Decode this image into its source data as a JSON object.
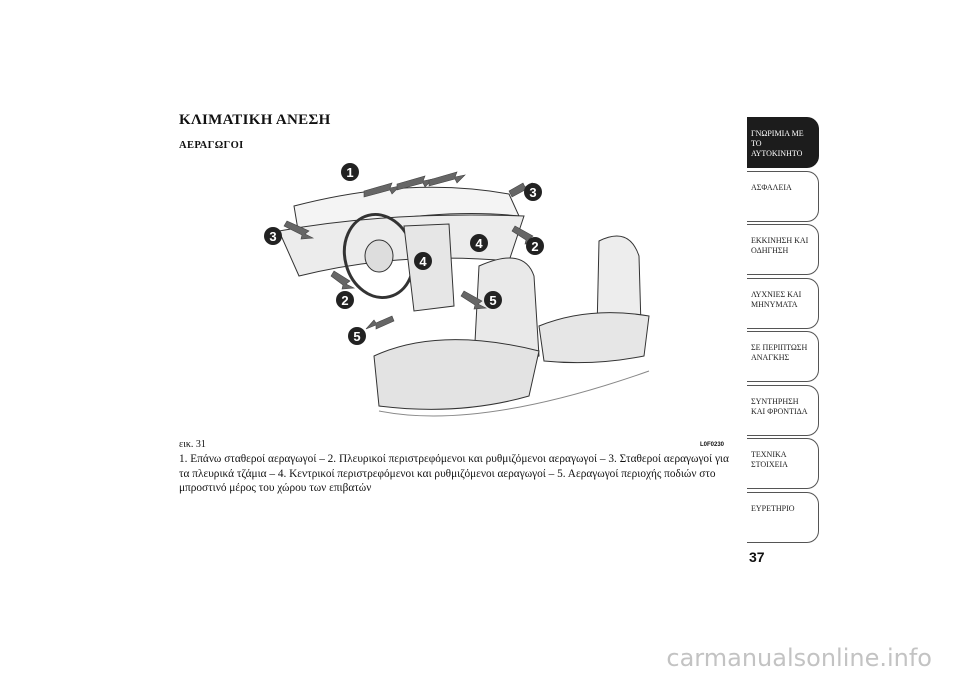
{
  "page": {
    "title": "ΚΛΙΜΑΤΙΚΗ ΑΝΕΣΗ",
    "section": "ΑΕΡΑΓΩΓΟΙ",
    "figure": {
      "caption": "εικ. 31",
      "code": "L0F0230",
      "callouts": [
        "1",
        "2",
        "2",
        "3",
        "3",
        "4",
        "4",
        "5",
        "5"
      ]
    },
    "legend": "1. Επάνω σταθεροί αεραγωγοί – 2. Πλευρικοί περιστρεφόμενοι και ρυθμιζόμενοι αεραγωγοί – 3. Σταθεροί αεραγωγοί για τα πλευρικά τζάμια – 4. Κεντρικοί περιστρεφόμενοι και ρυθμιζόμενοι αεραγωγοί – 5. Αεραγωγοί περιοχής ποδιών στο μπροστινό μέρος του χώρου των επιβατών",
    "number": "37"
  },
  "tabs": [
    {
      "label": "ΓΝΩΡΙΜΙΑ ΜΕ ΤΟ ΑΥΤΟΚΙΝΗΤΟ",
      "active": true
    },
    {
      "label": "ΑΣΦΑΛΕΙΑ"
    },
    {
      "label": "ΕΚΚΙΝΗΣΗ ΚΑΙ ΟΔΗΓΗΣΗ"
    },
    {
      "label": "ΛΥΧΝΙΕΣ ΚΑΙ ΜΗΝΥΜΑΤΑ"
    },
    {
      "label": "ΣΕ ΠΕΡΙΠΤΩΣΗ ΑΝΑΓΚΗΣ"
    },
    {
      "label": "ΣΥΝΤΗΡΗΣΗ ΚΑΙ ΦΡΟΝΤΙΔΑ"
    },
    {
      "label": "ΤΕΧΝΙΚΑ ΣΤΟΙΧΕΙΑ"
    },
    {
      "label": "ΕΥΡΕΤΗΡΙΟ"
    }
  ],
  "watermark": "carmanualsonline.info"
}
